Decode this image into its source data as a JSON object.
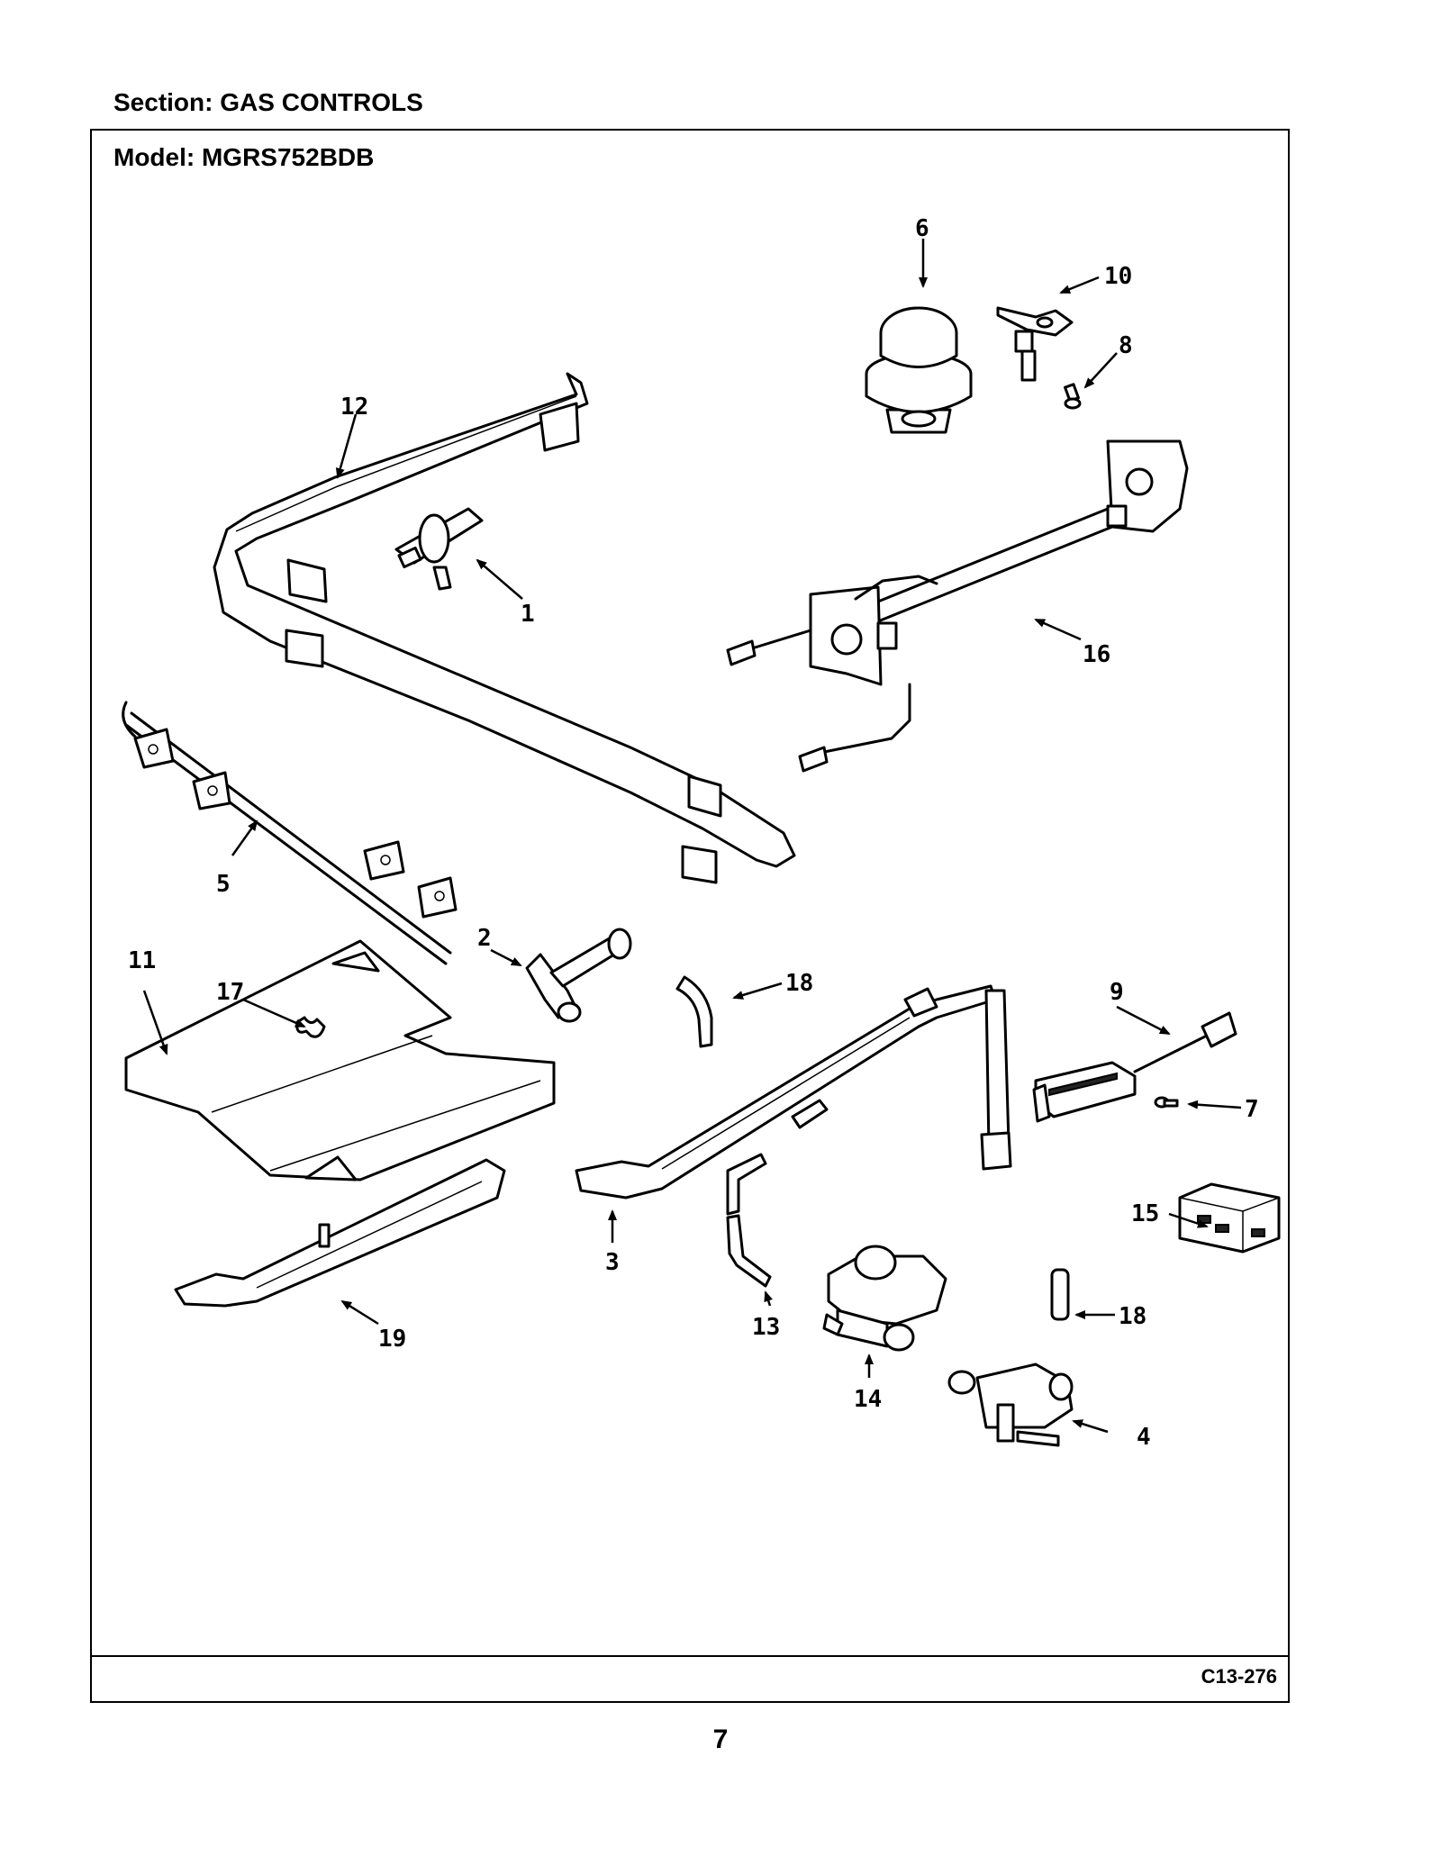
{
  "header": {
    "section_label": "Section:  GAS CONTROLS"
  },
  "frame": {
    "model_label": "Model:  MGRS752BDB",
    "figure_code": "C13-276"
  },
  "page": {
    "number": "7"
  },
  "callouts": {
    "c1": "1",
    "c2": "2",
    "c3": "3",
    "c4": "4",
    "c5": "5",
    "c6": "6",
    "c7": "7",
    "c8": "8",
    "c9": "9",
    "c10": "10",
    "c11": "11",
    "c12": "12",
    "c13": "13",
    "c14": "14",
    "c15": "15",
    "c16": "16",
    "c17": "17",
    "c18a": "18",
    "c18b": "18",
    "c19": "19"
  }
}
